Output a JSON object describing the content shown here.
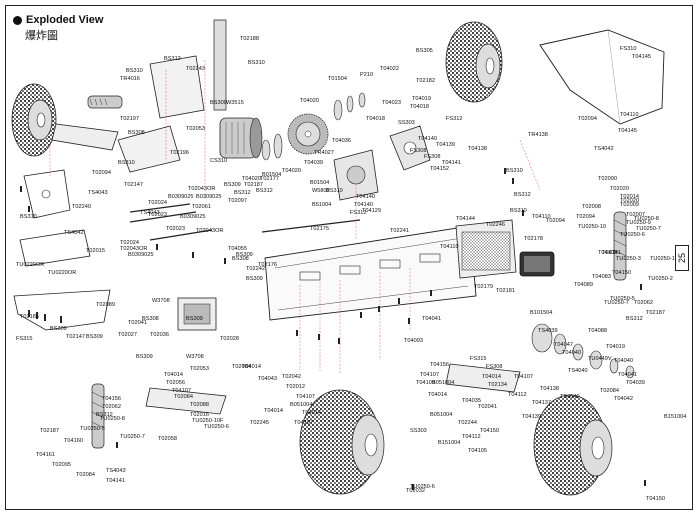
{
  "header": {
    "title": "Exploded View",
    "subtitle": "爆炸圖"
  },
  "page_number": "25",
  "part_labels": [
    "T02188",
    "BS312",
    "T02243",
    "BS310",
    "TR4016",
    "BS310",
    "BS309",
    "W3515",
    "T02197",
    "BS308",
    "T02053",
    "CS310",
    "T02196",
    "BS310",
    "T02147",
    "T02094",
    "TS4043",
    "T02240",
    "BS310",
    "T02024",
    "B0309025",
    "T02043OR",
    "B0309025",
    "T02023",
    "T02061",
    "B0309025",
    "TS4043",
    "T02023",
    "T02043OR",
    "T02024",
    "T02043OR",
    "B0309025",
    "T02097",
    "BS309",
    "TS4042",
    "T02015",
    "TU0220OR",
    "TU0220OR",
    "T02089",
    "T02185",
    "BS309",
    "T02147",
    "BS309",
    "FS315",
    "T04055",
    "BS308",
    "T02242",
    "BS309",
    "W3708",
    "T02176",
    "BS308",
    "T02041",
    "T02027",
    "T02036",
    "BS309",
    "W3708",
    "T02028",
    "BS309",
    "BS305",
    "P210",
    "T04022",
    "T02182",
    "T01504",
    "T04023",
    "T04020",
    "T04018",
    "T04019",
    "T04018",
    "TR4027",
    "T04039",
    "T04036",
    "T04020",
    "B01504",
    "T04020",
    "T02187",
    "BS312",
    "BS312",
    "T02177",
    "BS309",
    "B01504",
    "BS310",
    "T04140",
    "W5802",
    "B51004",
    "FS312",
    "SS303",
    "FS312",
    "FS308",
    "FS308",
    "T04129",
    "T04140",
    "T04140",
    "T04139",
    "T04141",
    "T04152",
    "T04138",
    "FS310",
    "T04145",
    "T04110",
    "TR4138",
    "T02094",
    "T04145",
    "TS4042",
    "BS310",
    "BS312",
    "BS310",
    "T04144",
    "T02175",
    "T02241",
    "T02246",
    "T04110",
    "T04110",
    "T02178",
    "T02179",
    "T02181",
    "T02094",
    "T02094",
    "T02090",
    "T02020",
    "T02014",
    "T02020",
    "T02009",
    "T02008",
    "T02007",
    "TU0250-8",
    "TU0250-9",
    "TU0250-10",
    "TU0250-7",
    "TU0250-6",
    "T04141",
    "TU0250-3",
    "TU0250-10R",
    "T04150",
    "TU0250-5",
    "T02062",
    "T02187",
    "BS312",
    "TU0250-2",
    "TU0250-7",
    "T04108",
    "T04089",
    "T04083",
    "T04088",
    "T04019",
    "T04040",
    "T04041",
    "T04039",
    "T04042",
    "TS4040",
    "T02084",
    "B151004",
    "TU0449V",
    "TS4039",
    "B101504",
    "T04047",
    "T04040",
    "TS4040",
    "T04041",
    "T04093",
    "FS315",
    "FS308",
    "T04156",
    "B051004",
    "T04014",
    "T04107",
    "T04109",
    "T04014",
    "T04107",
    "T02134",
    "T04112",
    "T02041",
    "B051004",
    "T04150",
    "T04137",
    "T04035",
    "T04138",
    "T02244",
    "T04112",
    "B151004",
    "T04105",
    "T04139",
    "SS303",
    "T02032",
    "T02084",
    "T04107",
    "T04014",
    "T02042",
    "T04107",
    "T04014",
    "T02012",
    "T04043",
    "T02245",
    "B051004",
    "T04014",
    "T04107",
    "T04014",
    "T02056",
    "T02053",
    "T02084",
    "T02088",
    "T02058",
    "T02016",
    "TU0250-10F",
    "TU0250-6",
    "TU0250-7",
    "TU0250-8",
    "TU0250-5",
    "T04160",
    "T04161",
    "T02095",
    "T04156",
    "T02062",
    "BS312",
    "T02187",
    "T02084",
    "TS4043",
    "T04141",
    "TU0250-6",
    "T04150"
  ]
}
